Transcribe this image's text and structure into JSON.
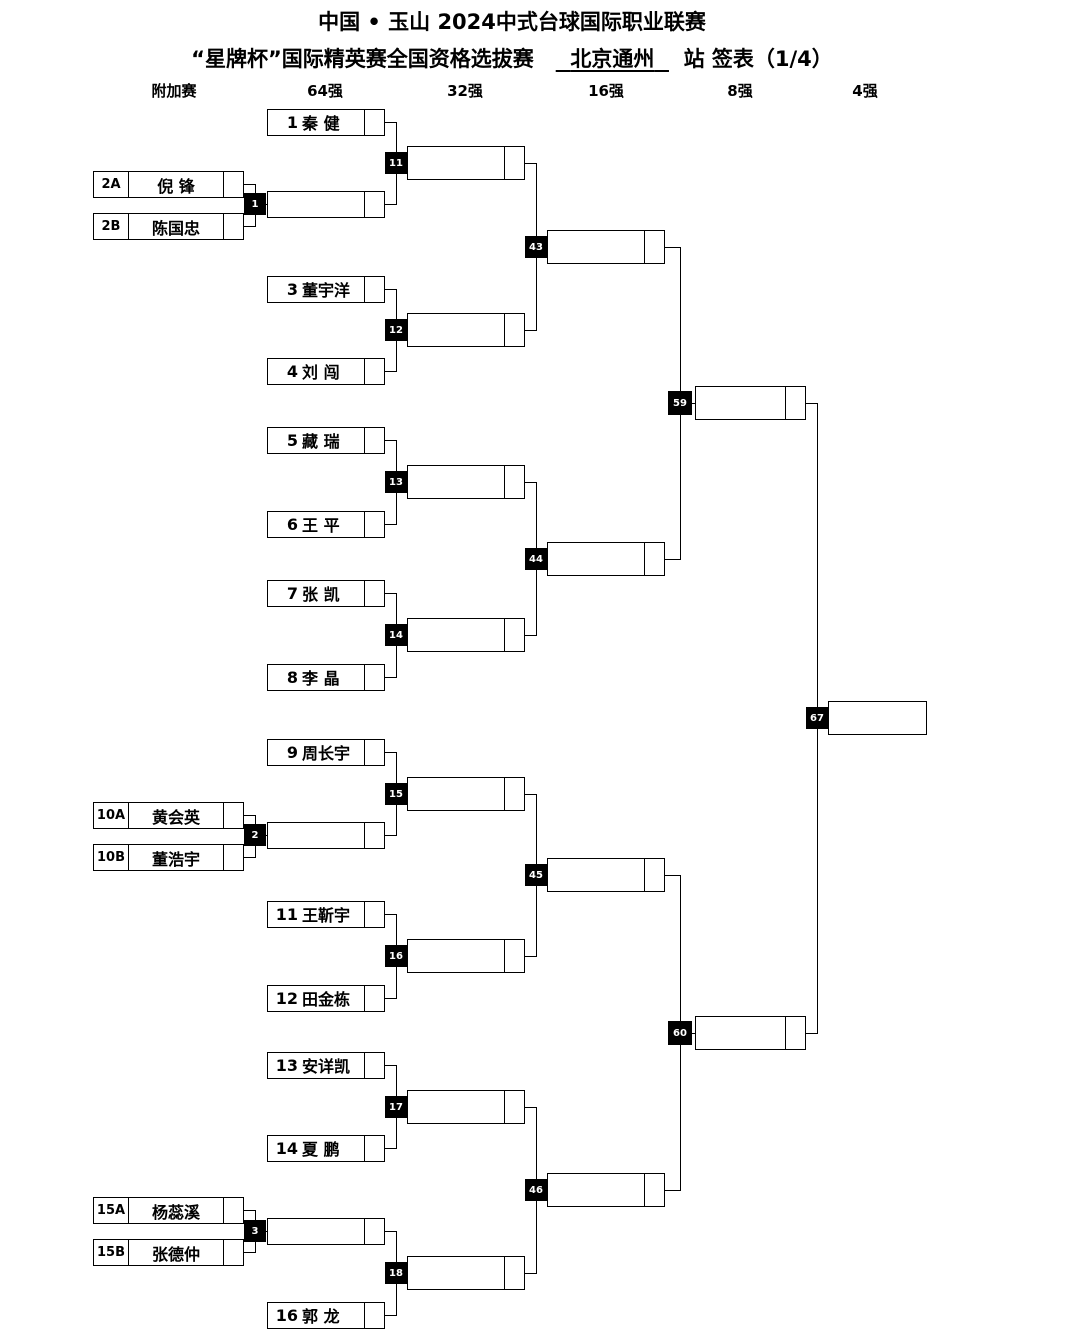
{
  "header": {
    "title_line1": "中国 • 玉山 2024中式台球国际职业联赛",
    "title_line2_prefix": "“星牌杯”国际精英赛全国资格选拔赛",
    "title_line2_station": "北京通州",
    "title_line2_suffix": "站  签表（1/4）"
  },
  "columns": [
    "附加赛",
    "64强",
    "32强",
    "16强",
    "8强",
    "4强"
  ],
  "entrants": [
    {
      "seed": "1",
      "name": "秦  健"
    },
    {
      "seed": "",
      "name": ""
    },
    {
      "seed": "3",
      "name": "董宇洋"
    },
    {
      "seed": "4",
      "name": "刘  闯"
    },
    {
      "seed": "5",
      "name": "藏  瑞"
    },
    {
      "seed": "6",
      "name": "王  平"
    },
    {
      "seed": "7",
      "name": "张  凯"
    },
    {
      "seed": "8",
      "name": "李  晶"
    },
    {
      "seed": "9",
      "name": "周长宇"
    },
    {
      "seed": "",
      "name": ""
    },
    {
      "seed": "11",
      "name": "王靳宇"
    },
    {
      "seed": "12",
      "name": "田金栋"
    },
    {
      "seed": "13",
      "name": "安详凯"
    },
    {
      "seed": "14",
      "name": "夏  鹏"
    },
    {
      "seed": "",
      "name": ""
    },
    {
      "seed": "16",
      "name": "郭  龙"
    }
  ],
  "qualifiers": [
    {
      "tag": "2A",
      "name": "倪  锋"
    },
    {
      "tag": "2B",
      "name": "陈国忠"
    },
    {
      "tag": "10A",
      "name": "黄会英"
    },
    {
      "tag": "10B",
      "name": "董浩宇"
    },
    {
      "tag": "15A",
      "name": "杨蕊溪"
    },
    {
      "tag": "15B",
      "name": "张德仲"
    }
  ],
  "match_numbers": {
    "qualifier": [
      "1",
      "2",
      "3"
    ],
    "r64": [
      "11",
      "12",
      "13",
      "14",
      "15",
      "16",
      "17",
      "18"
    ],
    "r32": [
      "43",
      "44",
      "45",
      "46"
    ],
    "r16": [
      "59",
      "60"
    ],
    "r8": [
      "67"
    ]
  }
}
